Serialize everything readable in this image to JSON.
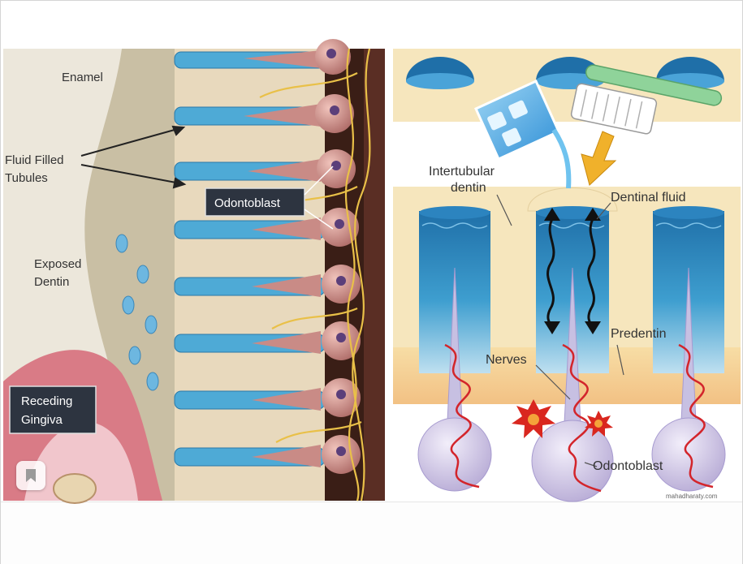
{
  "left_panel": {
    "labels": {
      "enamel": "Enamel",
      "fluid_filled_1": "Fluid Filled",
      "fluid_filled_2": "Tubules",
      "odontoblast": "Odontoblast",
      "exposed_1": "Exposed",
      "exposed_2": "Dentin",
      "receding_1": "Receding",
      "receding_2": "Gingiva"
    }
  },
  "right_panel": {
    "labels": {
      "intertubular_1": "Intertubular",
      "intertubular_2": "dentin",
      "dentinal_fluid": "Dentinal fluid",
      "predentin": "Predentin",
      "nerves": "Nerves",
      "odontoblast": "Odontoblast"
    },
    "watermark": "mahadharaty.com"
  },
  "colors": {
    "tubule_blue": "#3ea0cf",
    "odontoblast_pink": "#c98b86",
    "nerve_yellow": "#e9c048",
    "predentin_orange": "#f0c07a",
    "fluid_dark_blue": "#1f6fa8"
  },
  "icons": {
    "bookmark": "bookmark-icon"
  }
}
